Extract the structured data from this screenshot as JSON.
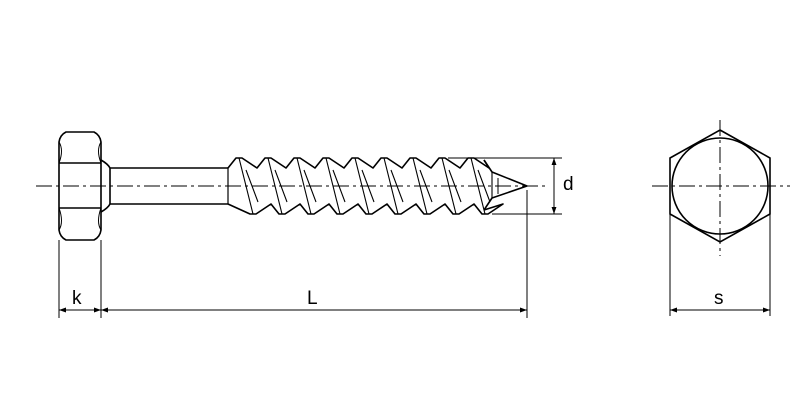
{
  "colors": {
    "line": "#000000",
    "background": "#ffffff"
  },
  "labels": {
    "head_height": "k",
    "length": "L",
    "diameter": "d",
    "across_flats": "s"
  }
}
